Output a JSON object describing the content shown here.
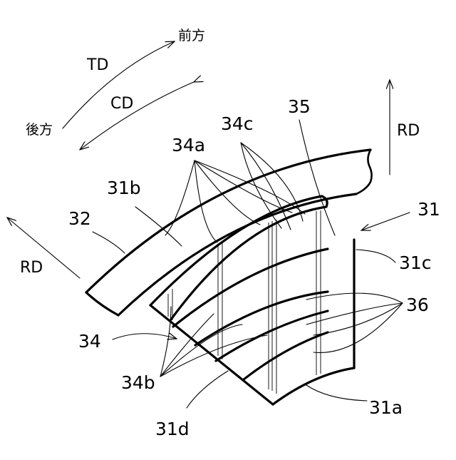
{
  "labels": {
    "front": "前方",
    "rear": "後方",
    "td": "TD",
    "cd": "CD",
    "rd_upper": "RD",
    "rd_left": "RD",
    "ref_31": "31",
    "ref_31a": "31a",
    "ref_31b": "31b",
    "ref_31c": "31c",
    "ref_31d": "31d",
    "ref_32": "32",
    "ref_34": "34",
    "ref_34a": "34a",
    "ref_34b": "34b",
    "ref_34c": "34c",
    "ref_35": "35",
    "ref_36": "36"
  }
}
